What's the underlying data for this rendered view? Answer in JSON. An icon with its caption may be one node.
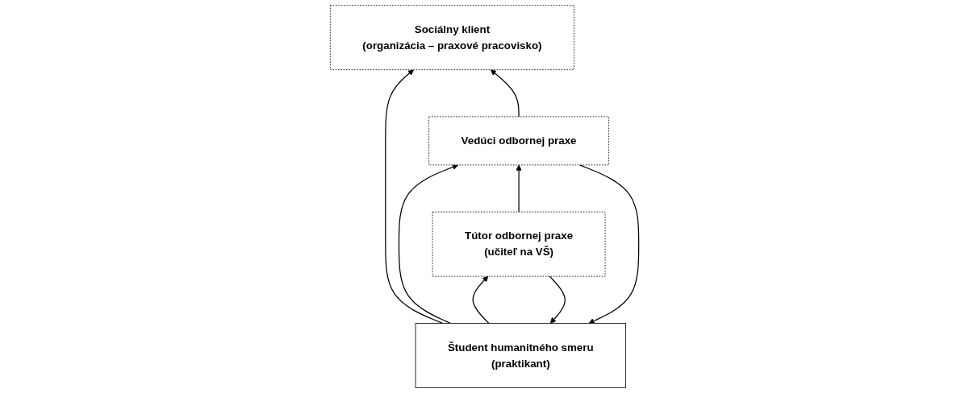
{
  "diagram": {
    "nodes": [
      {
        "text": [
          "Sociálny klient",
          "(organizácia – praxové pracovisko)"
        ]
      },
      {
        "text": [
          "Študent humanitného smeru",
          "(praktikant)"
        ]
      },
      {
        "text": [
          "Tútor odbornej praxe",
          "(učiteľ na VŠ)"
        ]
      },
      {
        "text": [
          "Vedúci odbornej praxe"
        ]
      }
    ],
    "edges": [
      {
        "from": 1,
        "to": 0,
        "arrow": "to"
      },
      {
        "from": 3,
        "to": 0,
        "arrow": "to"
      },
      {
        "from": 3,
        "to": 1,
        "arrow": "to"
      },
      {
        "from": 2,
        "to": 1,
        "arrow": "to"
      },
      {
        "from": 1,
        "to": 2,
        "arrow": "to"
      },
      {
        "from": 1,
        "to": 3,
        "arrow": "to"
      },
      {
        "from": 2,
        "to": 3,
        "arrow": "to"
      }
    ]
  }
}
